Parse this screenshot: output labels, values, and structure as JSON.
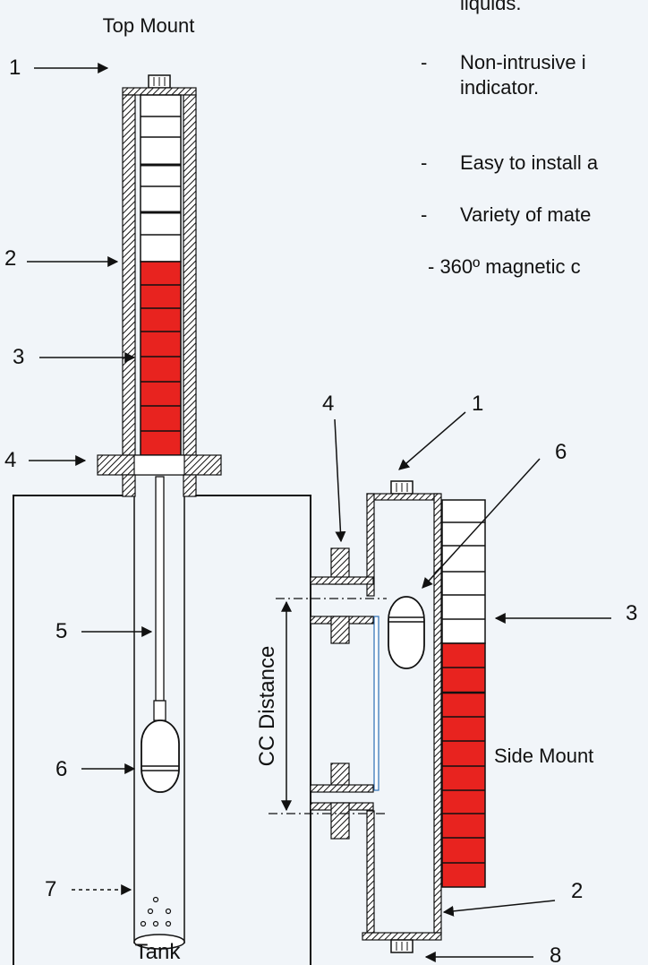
{
  "labels": {
    "top_mount": "Top Mount",
    "side_mount": "Side Mount",
    "tank": "Tank",
    "cc_distance": "CC Distance"
  },
  "callouts": {
    "n1": "1",
    "n2": "2",
    "n3": "3",
    "n4": "4",
    "n5": "5",
    "n6": "6",
    "n7": "7",
    "s4": "4",
    "s1": "1",
    "s6": "6",
    "s3": "3",
    "s2": "2",
    "s8": "8"
  },
  "bullets": {
    "item0": "liquids.",
    "item1a": "Non-intrusive i",
    "item1b": "indicator.",
    "item2": "Easy to install a",
    "item3": "Variety of mate",
    "item4": "- 360º magnetic c",
    "dash": "-"
  },
  "colors": {
    "red": "#e8231f",
    "outline": "#111111",
    "background": "#f1f5f9"
  }
}
